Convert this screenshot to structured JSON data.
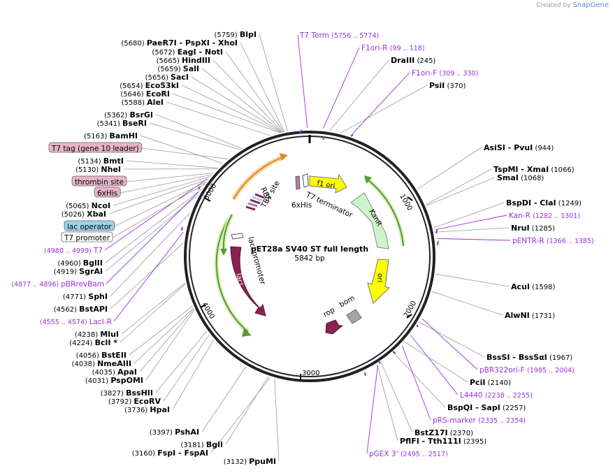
{
  "watermark": {
    "prefix": "Created by",
    "brand": "SnapGene"
  },
  "title": "pET28a SV40 ST full length",
  "length": "5842 bp",
  "ticks": [
    "1000",
    "2000",
    "3000",
    "4000",
    "5000"
  ],
  "features": [
    {
      "name": "lacI",
      "color": "#8b2252"
    },
    {
      "name": "lacI promoter",
      "color": "#ffffff"
    },
    {
      "name": "ori",
      "color": "#ffff00"
    },
    {
      "name": "KanR",
      "color": "#cdf5cd"
    },
    {
      "name": "f1 ori",
      "color": "#ffff00"
    },
    {
      "name": "T7 terminator",
      "color": "#ffffff"
    },
    {
      "name": "rop",
      "color": "#8b2252"
    },
    {
      "name": "bom",
      "color": "#a0a4ac"
    },
    {
      "name": "6xHis",
      "color": "#ffffff"
    },
    {
      "name": "RBS",
      "color": "#ffffff"
    },
    {
      "name": "TEV site",
      "color": "#ffffff"
    }
  ],
  "labels_left": [
    {
      "name": "BlpI",
      "pos": "(5759)"
    },
    {
      "name": "PaeR7I - PspXI - XhoI",
      "pos": "(5680)"
    },
    {
      "name": "EagI - NotI",
      "pos": "(5672)"
    },
    {
      "name": "HindIII",
      "pos": "(5665)"
    },
    {
      "name": "SalI",
      "pos": "(5659)"
    },
    {
      "name": "SacI",
      "pos": "(5656)"
    },
    {
      "name": "Eco53kI",
      "pos": "(5654)"
    },
    {
      "name": "EcoRI",
      "pos": "(5646)"
    },
    {
      "name": "AleI",
      "pos": "(5588)"
    },
    {
      "name": "BsrGI",
      "pos": "(5362)"
    },
    {
      "name": "BseRI",
      "pos": "(5341)"
    },
    {
      "name": "BamHI",
      "pos": "(5163)"
    },
    {
      "name": "BmtI",
      "pos": "(5134)"
    },
    {
      "name": "NheI",
      "pos": "(5130)"
    },
    {
      "name": "NcoI",
      "pos": "(5065)"
    },
    {
      "name": "XbaI",
      "pos": "(5026)"
    },
    {
      "name": "BglII",
      "pos": "(4960)"
    },
    {
      "name": "SgrAI",
      "pos": "(4919)"
    },
    {
      "name": "SphI",
      "pos": "(4771)"
    },
    {
      "name": "BstAPI",
      "pos": "(4562)"
    },
    {
      "name": "MluI",
      "pos": "(4238)"
    },
    {
      "name": "BclI *",
      "pos": "(4224)"
    },
    {
      "name": "BstEII",
      "pos": "(4056)"
    },
    {
      "name": "NmeAIII",
      "pos": "(4038)"
    },
    {
      "name": "ApaI",
      "pos": "(4035)"
    },
    {
      "name": "PspOMI",
      "pos": "(4031)"
    },
    {
      "name": "BssHII",
      "pos": "(3827)"
    },
    {
      "name": "EcoRV",
      "pos": "(3792)"
    },
    {
      "name": "HpaI",
      "pos": "(3736)"
    },
    {
      "name": "PshAI",
      "pos": "(3397)"
    },
    {
      "name": "BglI",
      "pos": "(3181)"
    },
    {
      "name": "FspI - FspAI",
      "pos": "(3160)"
    },
    {
      "name": "PpuMI",
      "pos": "(3132)"
    }
  ],
  "labels_right": [
    {
      "name": "DraIII",
      "pos": "(245)"
    },
    {
      "name": "PsiI",
      "pos": "(370)"
    },
    {
      "name": "AsiSI - PvuI",
      "pos": "(944)"
    },
    {
      "name": "TspMI - XmaI",
      "pos": "(1066)"
    },
    {
      "name": "SmaI",
      "pos": "(1068)"
    },
    {
      "name": "BspDI - ClaI",
      "pos": "(1249)"
    },
    {
      "name": "NruI",
      "pos": "(1285)"
    },
    {
      "name": "AcuI",
      "pos": "(1598)"
    },
    {
      "name": "AlwNI",
      "pos": "(1731)"
    },
    {
      "name": "BssSI - BssSαI",
      "pos": "(1967)"
    },
    {
      "name": "PciI",
      "pos": "(2140)"
    },
    {
      "name": "BspQI - SapI",
      "pos": "(2257)"
    },
    {
      "name": "BstZ17I",
      "pos": "(2370)"
    },
    {
      "name": "PflFI - Tth111I",
      "pos": "(2395)"
    }
  ],
  "primers": [
    {
      "name": "T7 Term",
      "range": "(5756 .. 5774)"
    },
    {
      "name": "F1ori-R",
      "range": "(99 .. 118)"
    },
    {
      "name": "F1ori-F",
      "range": "(309 .. 330)"
    },
    {
      "name": "Kan-R",
      "range": "(1282 .. 1301)"
    },
    {
      "name": "pENTR-R",
      "range": "(1366 .. 1385)"
    },
    {
      "name": "pBR322ori-F",
      "range": "(1985 .. 2004)"
    },
    {
      "name": "L4440",
      "range": "(2238 .. 2255)"
    },
    {
      "name": "pRS-marker",
      "range": "(2335 .. 2354)"
    },
    {
      "name": "pGEX 3'",
      "range": "(2495 .. 2517)"
    },
    {
      "name": "T7",
      "range": "(4980 .. 4999)"
    },
    {
      "name": "pBRrevBam",
      "range": "(4877 .. 4896)"
    },
    {
      "name": "LacI-R",
      "range": "(4555 .. 4574)"
    }
  ],
  "boxed_features": [
    {
      "name": "T7 tag (gene 10 leader)",
      "color": "#e8b4c8"
    },
    {
      "name": "thrombin site",
      "color": "#e8b4c8"
    },
    {
      "name": "6xHis",
      "color": "#e8b4c8"
    },
    {
      "name": "lac operator",
      "color": "#9ed3e8"
    },
    {
      "name": "T7 promoter",
      "color": "#ffffff"
    }
  ],
  "colors": {
    "primer": "#9b30d9",
    "backbone": "#222222",
    "orf_green": "#5a9a2a",
    "orf_orange": "#e08a1e"
  }
}
